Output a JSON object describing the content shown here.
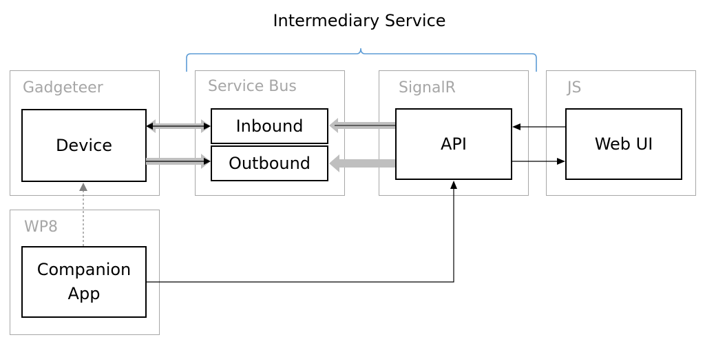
{
  "title": "Intermediary Service",
  "groups": {
    "gadgeteer": "Gadgeteer",
    "service_bus": "Service Bus",
    "signalr": "SignalR",
    "js": "JS",
    "wp8": "WP8"
  },
  "nodes": {
    "device": "Device",
    "inbound": "Inbound",
    "outbound": "Outbound",
    "api": "API",
    "web_ui": "Web UI",
    "companion_app_line1": "Companion",
    "companion_app_line2": "App"
  },
  "colors": {
    "group_border": "#a6a6a6",
    "group_label": "#a6a6a6",
    "brace": "#5b9bd5",
    "thick_arrow": "#bfbfbf",
    "line": "#000000"
  }
}
